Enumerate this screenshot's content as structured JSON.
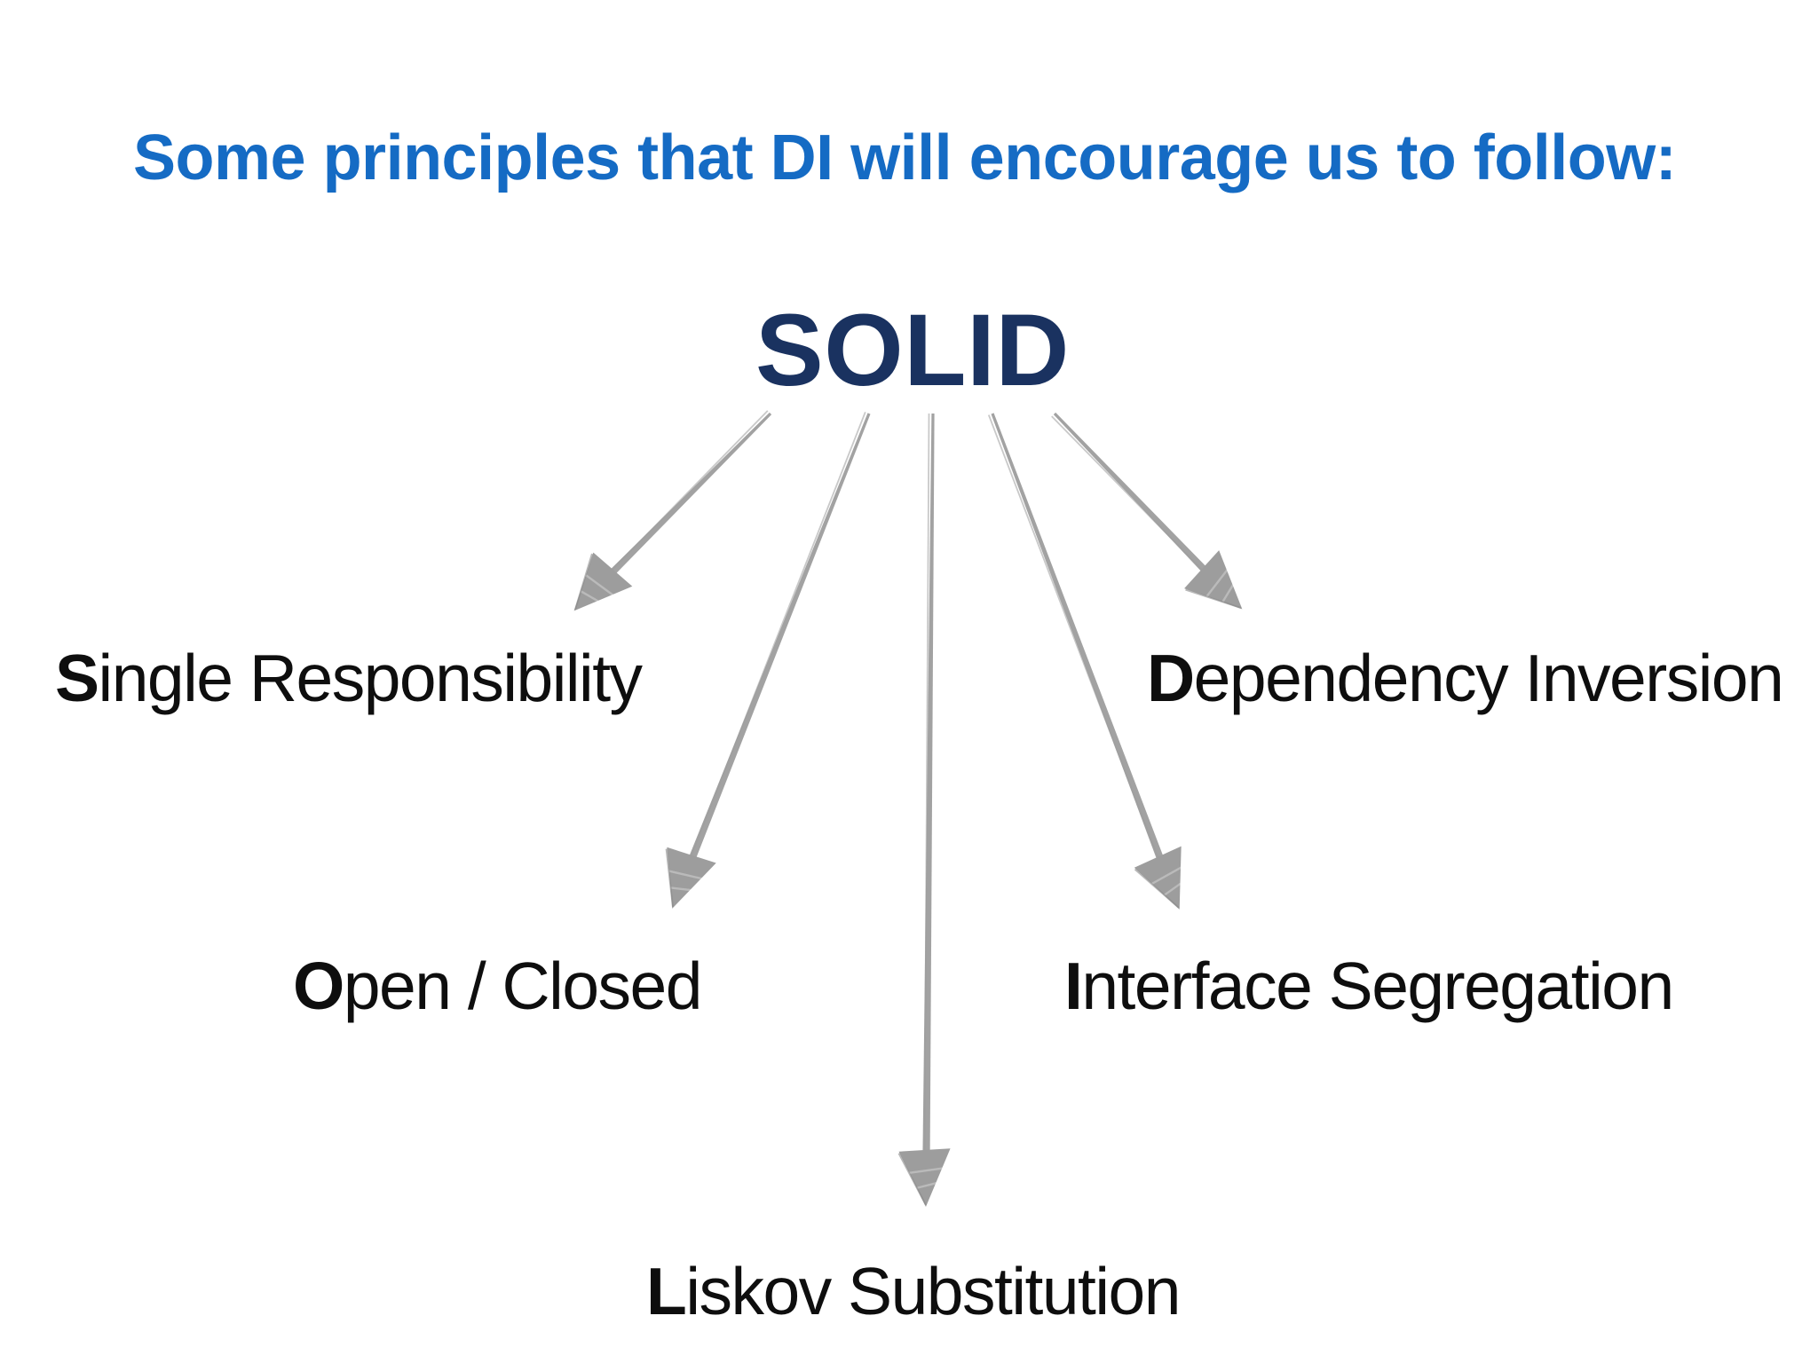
{
  "slide": {
    "title": "Some principles that DI will encourage us to follow:",
    "acronym": "SOLID",
    "title_color": "#156bc4",
    "acronym_color": "#1a3260",
    "text_color": "#0e0e0e",
    "arrow_color": "#9d9d9d",
    "principles": [
      {
        "id": "single-responsibility",
        "lead": "S",
        "rest": "ingle Responsibility"
      },
      {
        "id": "open-closed",
        "lead": "O",
        "rest": "pen / Closed"
      },
      {
        "id": "liskov-substitution",
        "lead": "L",
        "rest": "iskov Substitution"
      },
      {
        "id": "interface-segregation",
        "lead": "I",
        "rest": "nterface Segregation"
      },
      {
        "id": "dependency-inversion",
        "lead": "D",
        "rest": "ependency Inversion"
      }
    ]
  }
}
